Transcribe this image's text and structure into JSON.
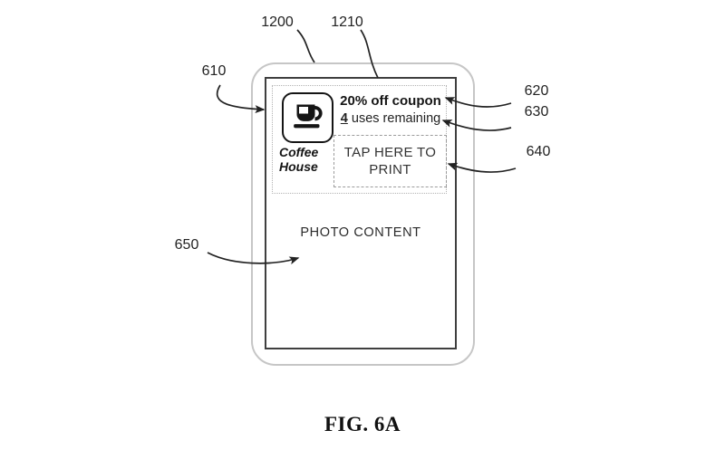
{
  "figure": {
    "caption": "FIG. 6A"
  },
  "labels": {
    "device": "1200",
    "screen": "1210",
    "merchant_icon": "610",
    "coupon_title": "620",
    "uses_remaining": "630",
    "print_button": "640",
    "photo_content": "650"
  },
  "screen_content": {
    "coupon": {
      "merchant_icon": "coffee-cup-icon",
      "merchant_name": "Coffee House",
      "title": "20% off coupon",
      "uses_count": "4",
      "uses_suffix": " uses remaining",
      "print_button_label": "TAP HERE TO PRINT"
    },
    "photo_label": "PHOTO CONTENT"
  },
  "colors": {
    "device_border": "#c6c6c6",
    "screen_border": "#3f3f3f",
    "coupon_dotted_border": "#b2b2b2",
    "print_dashed_border": "#9b9b9b",
    "ink": "#1d1d1d",
    "background": "#ffffff"
  }
}
